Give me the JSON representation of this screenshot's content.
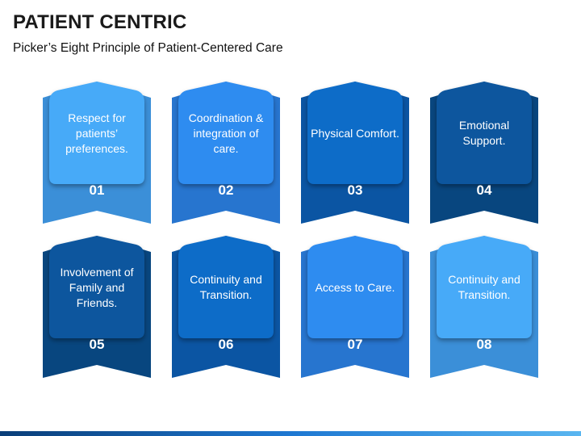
{
  "header": {
    "title": "PATIENT CENTRIC",
    "subtitle": "Picker’s Eight Principle of Patient-Centered Care"
  },
  "cards": [
    {
      "number": "01",
      "label": "Respect for patients’ preferences.",
      "front": "#47aaf8",
      "back": "#3b8fd8"
    },
    {
      "number": "02",
      "label": "Coordination & integration of care.",
      "front": "#2f8cf0",
      "back": "#2775cf"
    },
    {
      "number": "03",
      "label": "Physical Comfort.",
      "front": "#0e6cc8",
      "back": "#0b55a3"
    },
    {
      "number": "04",
      "label": "Emotional Support.",
      "front": "#0b579e",
      "back": "#08467f"
    },
    {
      "number": "05",
      "label": "Involvement of Family and Friends.",
      "front": "#0b579e",
      "back": "#08467f"
    },
    {
      "number": "06",
      "label": "Continuity and Transition.",
      "front": "#0e6cc8",
      "back": "#0b55a3"
    },
    {
      "number": "07",
      "label": "Access to Care.",
      "front": "#2f8cf0",
      "back": "#2775cf"
    },
    {
      "number": "08",
      "label": "Continuity and Transition.",
      "front": "#47aaf8",
      "back": "#3b8fd8"
    }
  ]
}
